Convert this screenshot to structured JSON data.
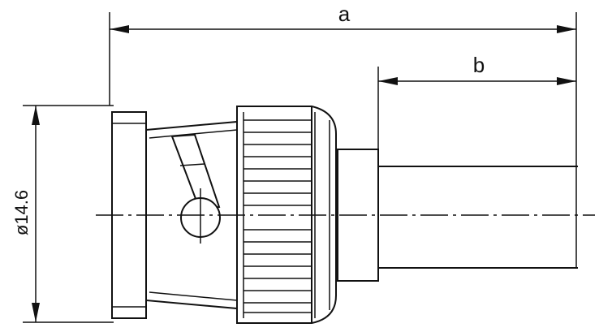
{
  "diagram": {
    "dimensions": {
      "a": {
        "label": "a"
      },
      "b": {
        "label": "b"
      },
      "diameter": {
        "label": "ø14.6"
      }
    },
    "ink_color": "#111111",
    "background_color": "#ffffff"
  }
}
